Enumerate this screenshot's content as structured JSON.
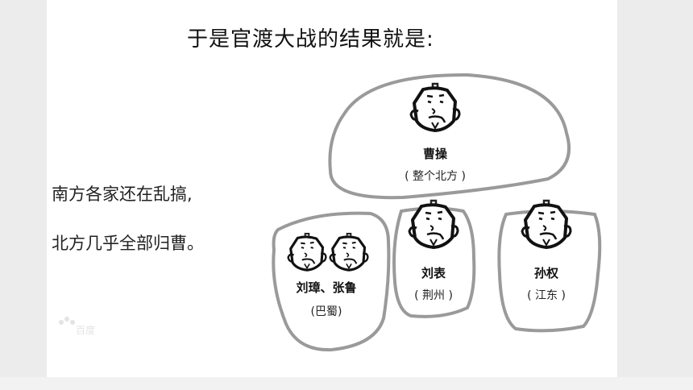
{
  "title": "于是官渡大战的结果就是:",
  "lines": [
    "南方各家还在乱搞,",
    "北方几乎全部归曹。"
  ],
  "groups": [
    {
      "name": "曹操",
      "sub": "( 整个北方 )"
    },
    {
      "name": "刘璋、张鲁",
      "sub": "(巴蜀)"
    },
    {
      "name": "刘表",
      "sub": "( 荆州 )"
    },
    {
      "name": "孙权",
      "sub": "( 江东 )"
    }
  ],
  "watermark": "百度"
}
